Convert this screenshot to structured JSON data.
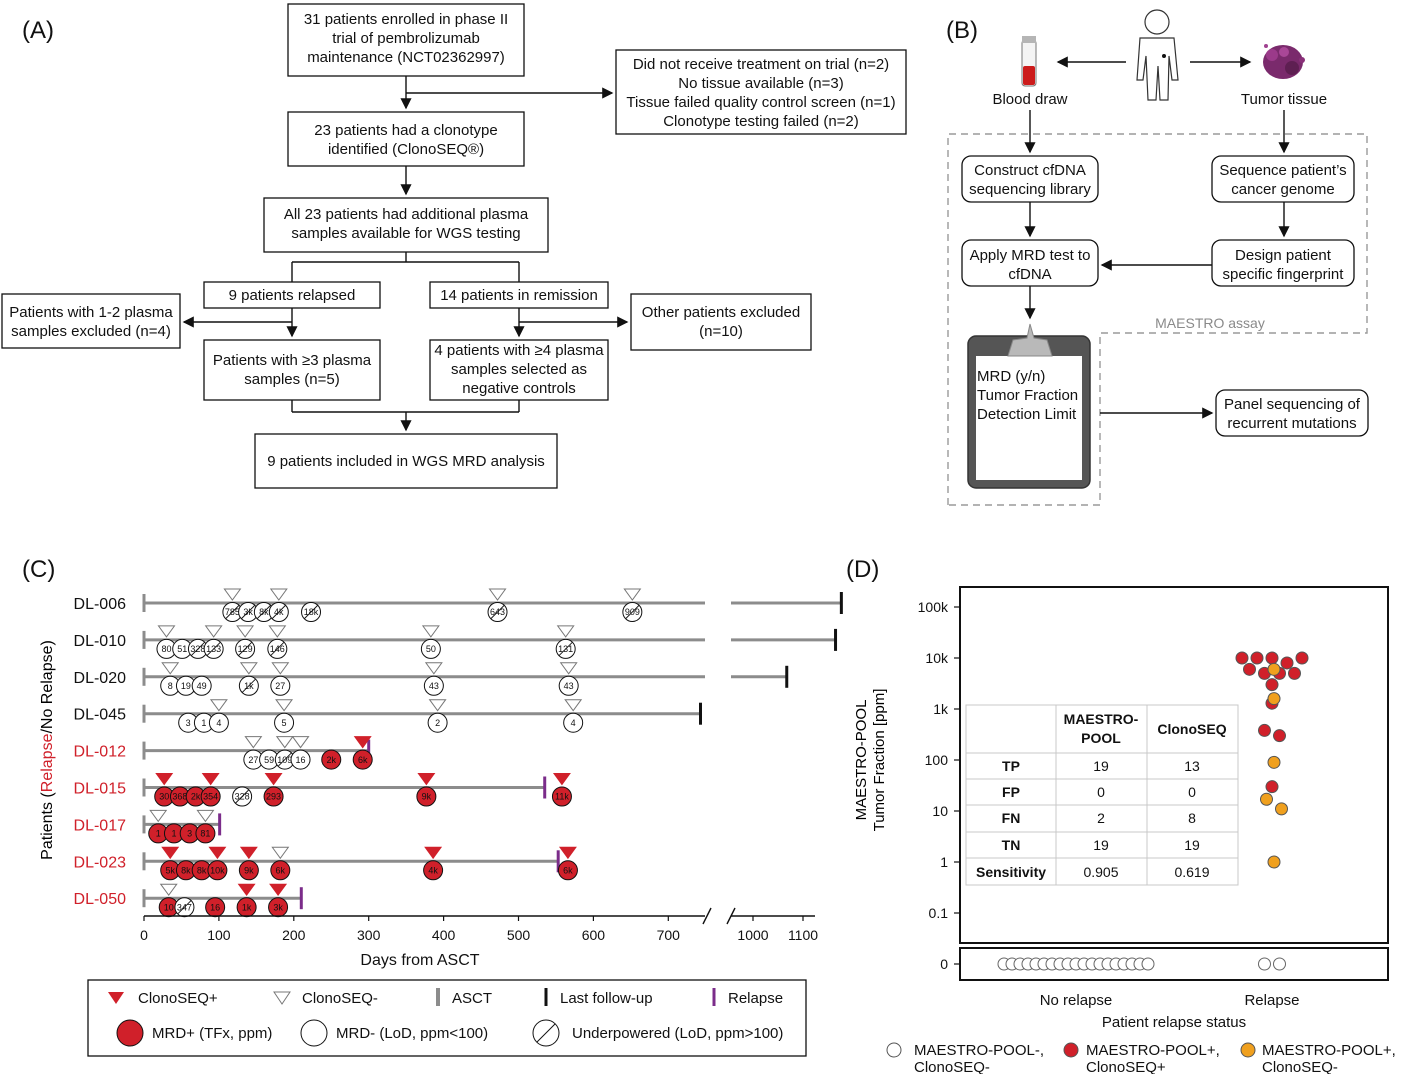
{
  "panels": {
    "a": "(A)",
    "b": "(B)",
    "c": "(C)",
    "d": "(D)"
  },
  "panel_a": {
    "box1": [
      "31 patients enrolled in phase II",
      "trial of pembrolizumab",
      "maintenance (NCT02362997)"
    ],
    "excluded1": [
      "Did not receive treatment on trial (n=2)",
      "No tissue available (n=3)",
      "Tissue failed quality control screen (n=1)",
      "Clonotype testing failed (n=2)"
    ],
    "box2": [
      "23 patients had a clonotype",
      "identified (ClonoSEQ®)"
    ],
    "box3": [
      "All 23 patients had additional plasma",
      "samples available for WGS testing"
    ],
    "relapsed": "9 patients relapsed",
    "remission": "14 patients in remission",
    "excl_relapsed": [
      "Patients with 1-2 plasma",
      "samples excluded (n=4)"
    ],
    "excl_remission": [
      "Other patients excluded",
      "(n=10)"
    ],
    "relapsed_kept": [
      "Patients with ≥3 plasma",
      "samples (n=5)"
    ],
    "remission_kept": [
      "4 patients with ≥4 plasma",
      "samples selected as",
      "negative controls"
    ],
    "final": "9 patients included in WGS MRD analysis"
  },
  "panel_b": {
    "blood": "Blood draw",
    "tumor": "Tumor tissue",
    "construct": [
      "Construct cfDNA",
      "sequencing library"
    ],
    "sequence": [
      "Sequence patient’s",
      "cancer genome"
    ],
    "apply": [
      "Apply MRD test to",
      "cfDNA"
    ],
    "design": [
      "Design patient",
      "specific fingerprint"
    ],
    "assay_label": "MAESTRO assay",
    "clipboard": [
      "MRD (y/n)",
      "Tumor Fraction",
      "Detection Limit"
    ],
    "panel_seq": [
      "Panel sequencing of",
      "recurrent mutations"
    ]
  },
  "panel_c": {
    "ylabel_pre": "Patients (",
    "ylabel_relapse": "Relapse",
    "ylabel_post": "/No Relapse)",
    "xlabel": "Days from ASCT",
    "xticks": [
      "0",
      "100",
      "200",
      "300",
      "400",
      "500",
      "600",
      "700",
      "1000",
      "1100"
    ],
    "legend": {
      "clono_pos": "ClonoSEQ+",
      "clono_neg": "ClonoSEQ-",
      "asct": "ASCT",
      "last_fu": "Last follow-up",
      "relapse": "Relapse",
      "mrd_pos": "MRD+ (TFx, ppm)",
      "mrd_neg": "MRD- (LoD, ppm<100)",
      "under": "Underpowered (LoD, ppm>100)"
    },
    "patients": [
      {
        "id": "DL-006",
        "relapse": false,
        "last": 1120,
        "relapse_day": null,
        "clono": [
          {
            "d": 118,
            "p": false
          },
          {
            "d": 180,
            "p": false
          },
          {
            "d": 472,
            "p": false
          },
          {
            "d": 652,
            "p": false
          }
        ],
        "samples": [
          {
            "d": 118,
            "v": "785",
            "s": "u"
          },
          {
            "d": 139,
            "v": "3k",
            "s": "u"
          },
          {
            "d": 160,
            "v": "8k",
            "s": "u"
          },
          {
            "d": 180,
            "v": "4k",
            "s": "u"
          },
          {
            "d": 223,
            "v": "18k",
            "s": "u"
          },
          {
            "d": 472,
            "v": "643",
            "s": "u"
          },
          {
            "d": 652,
            "v": "909",
            "s": "u"
          }
        ]
      },
      {
        "id": "DL-010",
        "relapse": false,
        "last": 1112,
        "relapse_day": null,
        "clono": [
          {
            "d": 30,
            "p": false
          },
          {
            "d": 93,
            "p": false
          },
          {
            "d": 135,
            "p": false
          },
          {
            "d": 178,
            "p": false
          },
          {
            "d": 383,
            "p": false
          },
          {
            "d": 563,
            "p": false
          }
        ],
        "samples": [
          {
            "d": 30,
            "v": "80",
            "s": "n"
          },
          {
            "d": 51,
            "v": "51",
            "s": "n"
          },
          {
            "d": 72,
            "v": "328",
            "s": "u"
          },
          {
            "d": 93,
            "v": "133",
            "s": "u"
          },
          {
            "d": 135,
            "v": "129",
            "s": "u"
          },
          {
            "d": 178,
            "v": "146",
            "s": "u"
          },
          {
            "d": 383,
            "v": "50",
            "s": "n"
          },
          {
            "d": 563,
            "v": "131",
            "s": "u"
          }
        ]
      },
      {
        "id": "DL-020",
        "relapse": false,
        "last": 1045,
        "relapse_day": null,
        "clono": [
          {
            "d": 35,
            "p": false
          },
          {
            "d": 140,
            "p": false
          },
          {
            "d": 182,
            "p": false
          },
          {
            "d": 387,
            "p": false
          },
          {
            "d": 567,
            "p": false
          }
        ],
        "samples": [
          {
            "d": 35,
            "v": "8",
            "s": "n"
          },
          {
            "d": 56,
            "v": "19",
            "s": "n"
          },
          {
            "d": 77,
            "v": "49",
            "s": "n"
          },
          {
            "d": 140,
            "v": "1k",
            "s": "u"
          },
          {
            "d": 182,
            "v": "27",
            "s": "n"
          },
          {
            "d": 387,
            "v": "43",
            "s": "n"
          },
          {
            "d": 567,
            "v": "43",
            "s": "n"
          }
        ]
      },
      {
        "id": "DL-045",
        "relapse": false,
        "last": 743,
        "relapse_day": null,
        "clono": [
          {
            "d": 100,
            "p": false
          },
          {
            "d": 187,
            "p": false
          },
          {
            "d": 392,
            "p": false
          },
          {
            "d": 573,
            "p": false
          }
        ],
        "samples": [
          {
            "d": 59,
            "v": "3",
            "s": "n"
          },
          {
            "d": 80,
            "v": "1",
            "s": "n"
          },
          {
            "d": 100,
            "v": "4",
            "s": "n"
          },
          {
            "d": 187,
            "v": "5",
            "s": "n"
          },
          {
            "d": 392,
            "v": "2",
            "s": "n"
          },
          {
            "d": 573,
            "v": "4",
            "s": "n"
          }
        ]
      },
      {
        "id": "DL-012",
        "relapse": true,
        "last": null,
        "relapse_day": 300,
        "clono": [
          {
            "d": 146,
            "p": false
          },
          {
            "d": 188,
            "p": false
          },
          {
            "d": 209,
            "p": false
          },
          {
            "d": 292,
            "p": true
          }
        ],
        "samples": [
          {
            "d": 146,
            "v": "27",
            "s": "n"
          },
          {
            "d": 167,
            "v": "59",
            "s": "n"
          },
          {
            "d": 188,
            "v": "109",
            "s": "u"
          },
          {
            "d": 209,
            "v": "16",
            "s": "n"
          },
          {
            "d": 250,
            "v": "2k",
            "s": "p"
          },
          {
            "d": 292,
            "v": "6k",
            "s": "p"
          }
        ]
      },
      {
        "id": "DL-015",
        "relapse": true,
        "last": null,
        "relapse_day": 535,
        "clono": [
          {
            "d": 27,
            "p": true
          },
          {
            "d": 89,
            "p": true
          },
          {
            "d": 173,
            "p": true
          },
          {
            "d": 377,
            "p": true
          },
          {
            "d": 558,
            "p": true
          }
        ],
        "samples": [
          {
            "d": 27,
            "v": "30",
            "s": "p"
          },
          {
            "d": 48,
            "v": "368",
            "s": "p"
          },
          {
            "d": 69,
            "v": "2k",
            "s": "p"
          },
          {
            "d": 89,
            "v": "354",
            "s": "p"
          },
          {
            "d": 131,
            "v": "328",
            "s": "u"
          },
          {
            "d": 173,
            "v": "293",
            "s": "p"
          },
          {
            "d": 377,
            "v": "9k",
            "s": "p"
          },
          {
            "d": 558,
            "v": "11k",
            "s": "p"
          }
        ]
      },
      {
        "id": "DL-017",
        "relapse": true,
        "last": null,
        "relapse_day": 101,
        "clono": [
          {
            "d": 19,
            "p": false
          },
          {
            "d": 82,
            "p": false
          }
        ],
        "samples": [
          {
            "d": 19,
            "v": "1",
            "s": "p"
          },
          {
            "d": 40,
            "v": "1",
            "s": "p"
          },
          {
            "d": 61,
            "v": "3",
            "s": "p"
          },
          {
            "d": 82,
            "v": "81",
            "s": "p"
          }
        ]
      },
      {
        "id": "DL-023",
        "relapse": true,
        "last": null,
        "relapse_day": 553,
        "clono": [
          {
            "d": 35,
            "p": true
          },
          {
            "d": 98,
            "p": true
          },
          {
            "d": 140,
            "p": true
          },
          {
            "d": 182,
            "p": false
          },
          {
            "d": 386,
            "p": true
          },
          {
            "d": 566,
            "p": true
          }
        ],
        "samples": [
          {
            "d": 35,
            "v": "5k",
            "s": "p"
          },
          {
            "d": 56,
            "v": "8k",
            "s": "p"
          },
          {
            "d": 77,
            "v": "8k",
            "s": "p"
          },
          {
            "d": 98,
            "v": "10k",
            "s": "p"
          },
          {
            "d": 140,
            "v": "9k",
            "s": "p"
          },
          {
            "d": 182,
            "v": "6k",
            "s": "p"
          },
          {
            "d": 386,
            "v": "4k",
            "s": "p"
          },
          {
            "d": 566,
            "v": "6k",
            "s": "p"
          }
        ]
      },
      {
        "id": "DL-050",
        "relapse": true,
        "last": null,
        "relapse_day": 210,
        "clono": [
          {
            "d": 33,
            "p": false
          },
          {
            "d": 137,
            "p": true
          },
          {
            "d": 179,
            "p": true
          }
        ],
        "samples": [
          {
            "d": 33,
            "v": "10",
            "s": "p"
          },
          {
            "d": 54,
            "v": "347",
            "s": "u"
          },
          {
            "d": 95,
            "v": "16",
            "s": "p"
          },
          {
            "d": 137,
            "v": "1k",
            "s": "p"
          },
          {
            "d": 179,
            "v": "3k",
            "s": "p"
          }
        ]
      }
    ]
  },
  "chart_data": {
    "type": "scatter",
    "title": "",
    "ylabel": [
      "MAESTRO-POOL",
      "Tumor Fraction [ppm]"
    ],
    "xlabel": "Patient relapse status",
    "categories": [
      "No relapse",
      "Relapse"
    ],
    "yscale": "log",
    "yticks": [
      "100k",
      "10k",
      "1k",
      "100",
      "10",
      "1",
      "0.1",
      "0"
    ],
    "legend": [
      {
        "label": [
          "MAESTRO-POOL-,",
          "ClonoSEQ-"
        ],
        "color": "#ffffff"
      },
      {
        "label": [
          "MAESTRO-POOL+,",
          "ClonoSEQ+"
        ],
        "color": "#d0202a"
      },
      {
        "label": [
          "MAESTRO-POOL+,",
          "ClonoSEQ-"
        ],
        "color": "#f0a01e"
      }
    ],
    "series": [
      {
        "name": "MAESTRO-POOL-, ClonoSEQ-",
        "category": "No relapse",
        "values": [
          0,
          0,
          0,
          0,
          0,
          0,
          0,
          0,
          0,
          0,
          0,
          0,
          0,
          0,
          0,
          0,
          0,
          0,
          0
        ]
      },
      {
        "name": "MAESTRO-POOL-, ClonoSEQ-",
        "category": "Relapse",
        "values": [
          0,
          0
        ]
      },
      {
        "name": "MAESTRO-POOL+, ClonoSEQ+",
        "category": "Relapse",
        "values": [
          10000,
          10000,
          10000,
          8000,
          6000,
          5000,
          5000,
          5000,
          3000,
          1300,
          380,
          300,
          30,
          10000
        ]
      },
      {
        "name": "MAESTRO-POOL+, ClonoSEQ-",
        "category": "Relapse",
        "values": [
          6000,
          1600,
          90,
          17,
          11,
          1
        ]
      }
    ],
    "table": {
      "headers": [
        [
          "MAESTRO-",
          "POOL"
        ],
        [
          "ClonoSEQ"
        ]
      ],
      "rows": [
        {
          "label": "TP",
          "m": "19",
          "c": "13"
        },
        {
          "label": "FP",
          "m": "0",
          "c": "0"
        },
        {
          "label": "FN",
          "m": "2",
          "c": "8"
        },
        {
          "label": "TN",
          "m": "19",
          "c": "19"
        },
        {
          "label": "Sensitivity",
          "m": "0.905",
          "c": "0.619"
        }
      ]
    }
  },
  "colors": {
    "red": "#d0202a",
    "orange": "#f0a01e",
    "purple": "#7b2c8a",
    "grey": "#8c8c8c",
    "relapse_text": "#d0202a"
  }
}
